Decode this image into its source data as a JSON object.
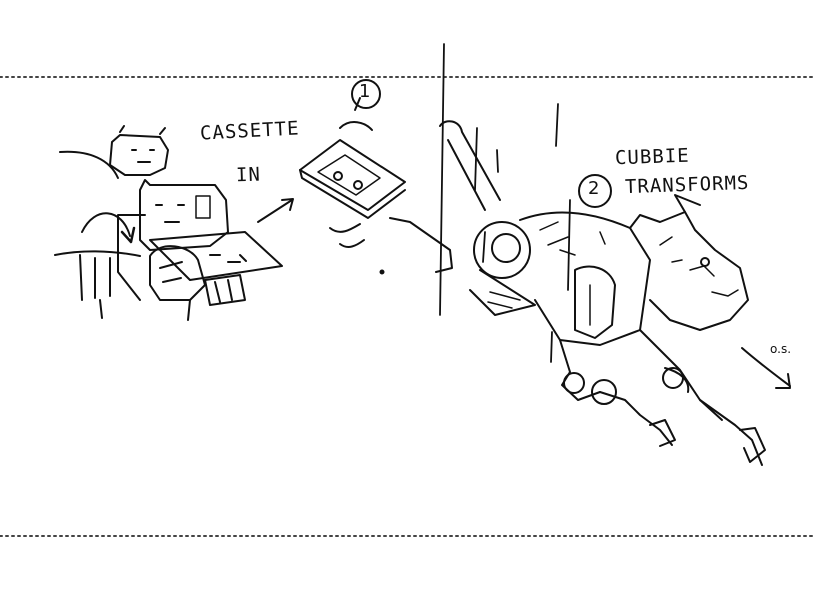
{
  "storyboard": {
    "panel": {
      "note_step1_label": "CASSETTE",
      "note_step1_label_2": "IN",
      "note_step2_label": "CUBBIE",
      "note_step2_label_2": "TRANSFORMS",
      "step1_number": "1",
      "step2_number": "2",
      "sound_mark": "o.s."
    },
    "colors": {
      "ink": "#111111",
      "paper": "#ffffff",
      "frame_dots": "#444444"
    },
    "icons": [
      "dotted-panel-border",
      "cassette-sketch",
      "robot-character-sketch",
      "motion-arrow"
    ]
  }
}
